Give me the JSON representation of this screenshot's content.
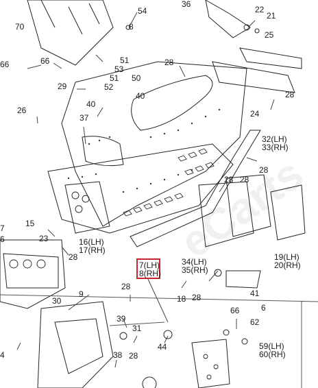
{
  "callouts": {
    "c70": "70",
    "c54": "54",
    "c8top": "8",
    "c36": "36",
    "c22": "22",
    "c21": "21",
    "c25": "25",
    "c66a": "66",
    "c66b": "66",
    "c51a": "51",
    "c53": "53",
    "c51b": "51",
    "c50": "50",
    "c52": "52",
    "c28a": "28",
    "c29": "29",
    "c40a": "40",
    "c40b": "40",
    "c28b": "28",
    "c24": "24",
    "c26": "26",
    "c37": "37",
    "c32_33": "32(LH)\n33(RH)",
    "c28c": "28",
    "c28d": "28",
    "c28e": "28",
    "c7_8": "7(LH)\n8(RH)",
    "c15": "15",
    "c23": "23",
    "c16_17": "16(LH)\n17(RH)",
    "c28f": "28",
    "c34_35": "34(LH)\n35(RH)",
    "c19_20": "19(LH)\n20(RH)",
    "c28g": "28",
    "c18": "18",
    "c28h": "28",
    "c41": "41",
    "c6": "6",
    "c9": "9",
    "c30": "30",
    "c39": "39",
    "c31": "31",
    "c66c": "66",
    "c62": "62",
    "c59_60": "59(LH)\n60(RH)",
    "c44": "44",
    "c38": "38",
    "c4": "4",
    "c7left": "7",
    "c6left": "6",
    "c28top": "28"
  }
}
